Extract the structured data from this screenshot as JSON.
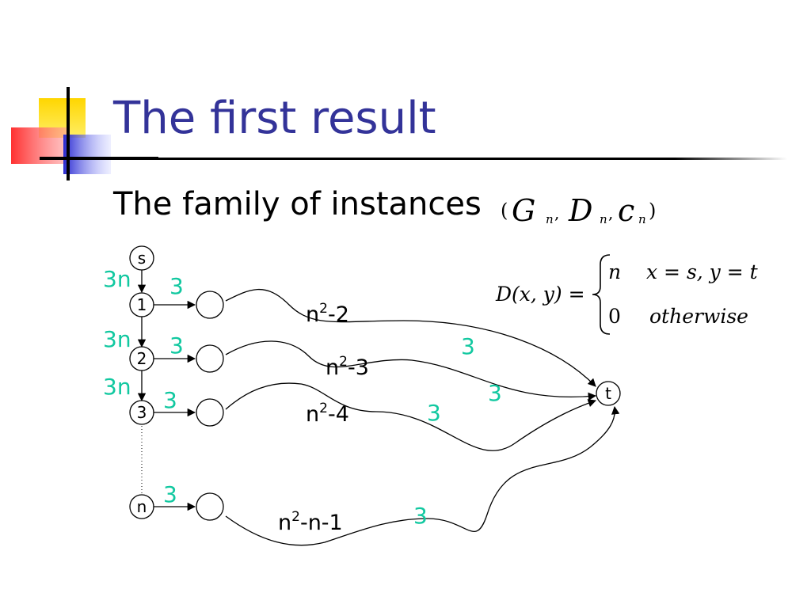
{
  "slide": {
    "title": "The first result",
    "subtitle": "The family of instances"
  },
  "instance_tuple": {
    "open": "(",
    "parts": [
      {
        "sym": "G",
        "sub": "n"
      },
      {
        "sym": "D",
        "sub": "n"
      },
      {
        "sym": "c",
        "sub": "n"
      }
    ],
    "comma": ",",
    "close": ")"
  },
  "demand_formula": {
    "lhs": "D(x, y) =",
    "case1_value": "n",
    "case1_condition": "x = s, y = t",
    "case2_value": "0",
    "case2_condition": "otherwise"
  },
  "graph": {
    "nodes": {
      "s": "s",
      "v1": "1",
      "v2": "2",
      "v3": "3",
      "vn": "n",
      "t": "t"
    },
    "spine_caps": [
      "3n",
      "3n",
      "3n"
    ],
    "branch_caps": [
      "3",
      "3",
      "3",
      "3"
    ],
    "path_caps": [
      "n",
      "n",
      "n",
      "n"
    ],
    "path_cap_exp": "2",
    "path_cap_suffix": [
      "-2",
      "-3",
      "-4",
      "-n-1"
    ],
    "sink_caps": [
      "3",
      "3",
      "3",
      "3"
    ]
  },
  "colors": {
    "title": "#333399",
    "capacity_highlight": "#11c8a0",
    "logo_yellow": "#ffcc00",
    "logo_red": "#ff4b4b",
    "logo_blue": "#3333cc"
  }
}
